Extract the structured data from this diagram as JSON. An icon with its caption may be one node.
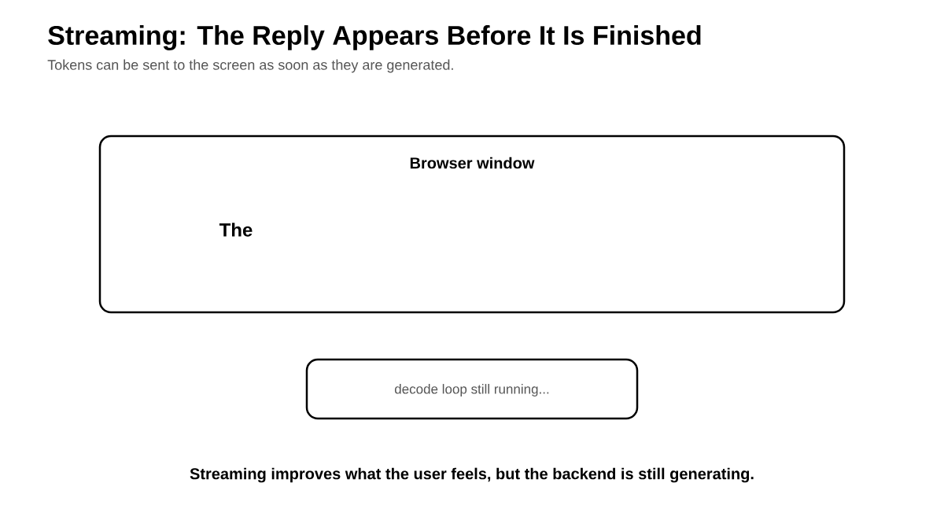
{
  "diagram": {
    "title": "Streaming: The Reply Appears Before It Is Finished",
    "nodes": [
      {
        "text": [
          "Browser window",
          "The"
        ]
      },
      {
        "text": [
          "decode loop still running..."
        ]
      }
    ],
    "edges": [],
    "labels": [
      "Tokens can be sent to the screen as soon as they are generated."
    ],
    "caption": "Streaming improves what the user feels, but the backend is still generating."
  }
}
